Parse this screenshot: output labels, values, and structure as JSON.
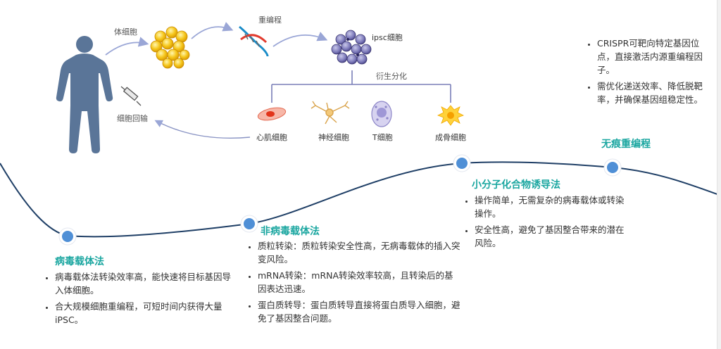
{
  "top_flow": {
    "somatic_cell": "体细胞",
    "reprogramming": "重编程",
    "ipsc_cell": "ipsc细胞",
    "derived_differentiation": "衍生分化",
    "cell_reinfusion": "细胞回输",
    "branches": [
      "心肌细胞",
      "神经细胞",
      "T细胞",
      "成骨细胞"
    ]
  },
  "methods": [
    {
      "title": "病毒载体法",
      "points": [
        "病毒载体法转染效率高，能快速将目标基因导入体细胞。",
        "合大规模细胞重编程，可短时间内获得大量iPSC。"
      ]
    },
    {
      "title": "非病毒载体法",
      "points": [
        "质粒转染：质粒转染安全性高，无病毒载体的插入突变风险。",
        "mRNA转染：mRNA转染效率较高，且转染后的基因表达迅速。",
        "蛋白质转导：蛋白质转导直接将蛋白质导入细胞，避免了基因整合问题。"
      ]
    },
    {
      "title": "小分子化合物诱导法",
      "points": [
        "操作简单，无需复杂的病毒载体或转染操作。",
        "安全性高，避免了基因整合带来的潜在风险。"
      ]
    },
    {
      "title": "无痕重编程",
      "points": [
        "CRISPR可靶向特定基因位点，直接激活内源重编程因子。",
        "需优化递送效率、降低脱靶率，并确保基因组稳定性。"
      ]
    }
  ],
  "colors": {
    "title_teal": "#1aa6a0",
    "curve": "#1f3f66",
    "node": "#4f8fd6",
    "human": "#5a7598",
    "bracket": "#7a7fb8",
    "arrow": "#9aa6d6"
  }
}
